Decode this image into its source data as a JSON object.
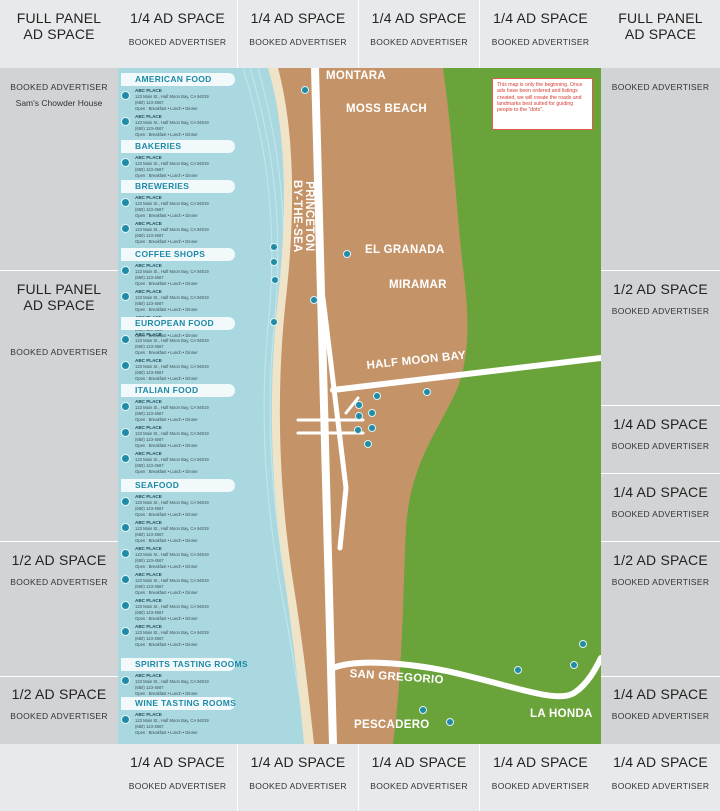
{
  "left_column": {
    "top_title": "FULL PANEL\nAD SPACE",
    "top_advertiser": "BOOKED ADVERTISER",
    "top_advertiser_name": "Sam's Chowder House",
    "mid_title": "FULL PANEL\nAD SPACE",
    "mid_advertiser": "BOOKED ADVERTISER",
    "half1_title": "1/2 AD SPACE",
    "half1_advertiser": "BOOKED ADVERTISER",
    "half2_title": "1/2 AD SPACE",
    "half2_advertiser": "BOOKED ADVERTISER"
  },
  "right_column": {
    "top_title": "FULL PANEL\nAD SPACE",
    "top_advertiser": "BOOKED ADVERTISER",
    "half1_title": "1/2 AD SPACE",
    "half1_advertiser": "BOOKED ADVERTISER",
    "q1_title": "1/4 AD SPACE",
    "q1_advertiser": "BOOKED ADVERTISER",
    "q2_title": "1/4 AD SPACE",
    "q2_advertiser": "BOOKED ADVERTISER",
    "half2_title": "1/2 AD SPACE",
    "half2_advertiser": "BOOKED ADVERTISER",
    "q3_title": "1/4 AD SPACE",
    "q3_advertiser": "BOOKED ADVERTISER",
    "q4_title": "1/4 AD SPACE",
    "q4_advertiser": "BOOKED ADVERTISER"
  },
  "top_row": [
    {
      "title": "1/4 AD SPACE",
      "advertiser": "BOOKED ADVERTISER"
    },
    {
      "title": "1/4 AD SPACE",
      "advertiser": "BOOKED ADVERTISER"
    },
    {
      "title": "1/4 AD SPACE",
      "advertiser": "BOOKED ADVERTISER"
    },
    {
      "title": "1/4 AD SPACE",
      "advertiser": "BOOKED ADVERTISER"
    }
  ],
  "bottom_row": [
    {
      "title": "1/4 AD SPACE",
      "advertiser": "BOOKED ADVERTISER"
    },
    {
      "title": "1/4 AD SPACE",
      "advertiser": "BOOKED ADVERTISER"
    },
    {
      "title": "1/4 AD SPACE",
      "advertiser": "BOOKED ADVERTISER"
    },
    {
      "title": "1/4 AD SPACE",
      "advertiser": "BOOKED ADVERTISER"
    }
  ],
  "sidebar": {
    "categories": [
      "AMERICAN FOOD",
      "BAKERIES",
      "BREWERIES",
      "COFFEE SHOPS",
      "EUROPEAN FOOD",
      "ITALIAN FOOD",
      "SEAFOOD",
      "SPIRITS TASTING ROOMS",
      "WINE TASTING ROOMS"
    ],
    "listing": {
      "name": "ABC PLACE",
      "address": "123 Main St., Half Moon Bay, CA 94019",
      "phone": "(650) 123-4567",
      "hours": "Open : Breakfast • Lunch • Dinner"
    }
  },
  "map": {
    "places": {
      "montara": "MONTARA",
      "moss_beach": "MOSS BEACH",
      "princeton": "PRINCETON\nBY-THE-SEA",
      "el_granada": "EL GRANADA",
      "miramar": "MIRAMAR",
      "half_moon_bay": "HALF MOON BAY",
      "san_gregorio": "SAN GREGORIO",
      "pescadero": "PESCADERO",
      "la_honda": "LA HONDA"
    },
    "note": "This map is only the beginning. Once ads have been ordered and listings created, we will create the roads and landmarks best suited for guiding people to the \"dots\".",
    "colors": {
      "ocean": "#aad8e0",
      "sand": "#c49468",
      "land_green": "#6aa33a",
      "road": "#ffffff",
      "pin": "#1f8ba5",
      "note_red": "#d63a2f"
    }
  }
}
